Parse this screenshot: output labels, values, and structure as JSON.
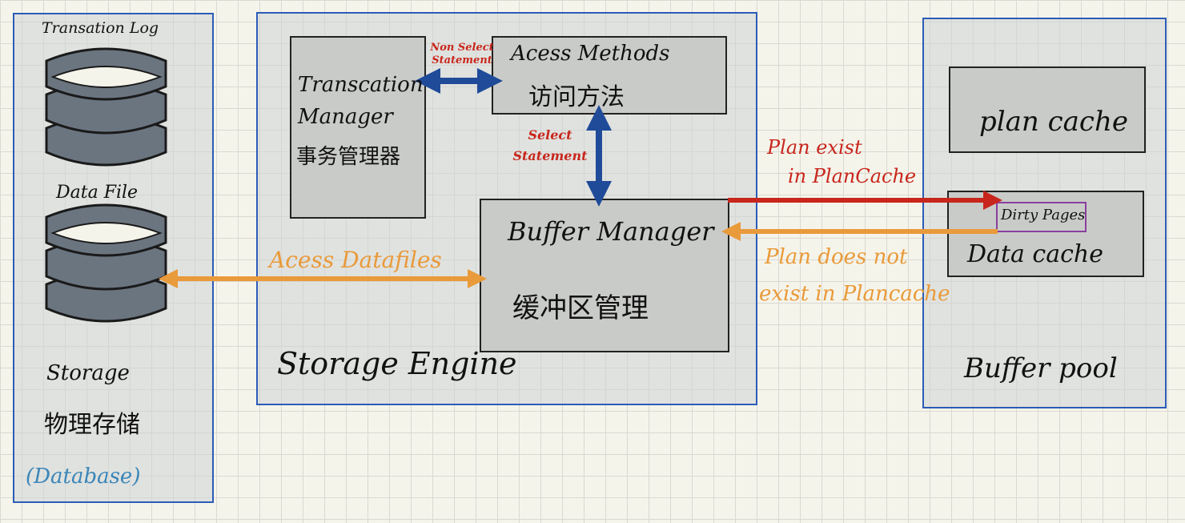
{
  "storage": {
    "transaction_log_label": "Transation Log",
    "data_file_label": "Data File",
    "storage_label": "Storage",
    "storage_cn_label": "物理存储",
    "database_label": "(Database)"
  },
  "engine": {
    "title": "Storage Engine",
    "transaction_manager": {
      "en": "Transcation Manager",
      "cn": "事务管理器"
    },
    "access_methods": {
      "en": "Acess Methods",
      "cn": "访问方法"
    },
    "buffer_manager": {
      "en": "Buffer Manager",
      "cn": "缓冲区管理"
    },
    "non_select_label": "Non Select Statement",
    "select_label": "Select Statement",
    "access_datafiles_label": "Acess Datafiles"
  },
  "buffer_pool": {
    "title": "Buffer pool",
    "plan_cache": "plan cache",
    "data_cache": "Data cache",
    "dirty_pages": "Dirty Pages"
  },
  "arrows": {
    "plan_exist_line1": "Plan exist",
    "plan_exist_line2": "in PlanCache",
    "plan_not_exist_line1": "Plan does not",
    "plan_not_exist_line2": "exist in Plancache"
  },
  "colors": {
    "panel_border": "#2b5cb8",
    "blue_arrow": "#1f4b99",
    "red_arrow": "#c8261c",
    "orange_arrow": "#e99a3a",
    "dirty_pages_border": "#8a3fa0"
  }
}
